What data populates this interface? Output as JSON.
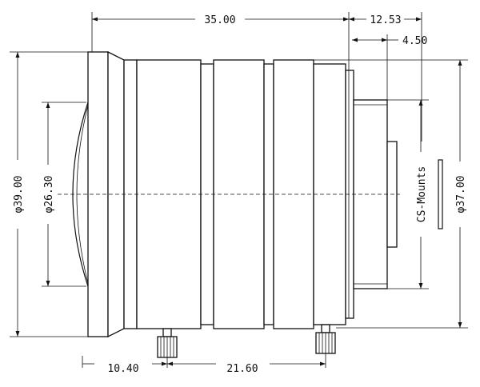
{
  "drawing": {
    "dimensions": {
      "length_total": "35.00",
      "mount_length": "12.53",
      "flange_depth": "4.50",
      "outer_diameter": "φ39.00",
      "front_diameter": "φ26.30",
      "rear_diameter": "φ37.00",
      "screw_offset": "10.40",
      "screw_spacing": "21.60"
    },
    "mount_label": "CS-Mounts"
  }
}
